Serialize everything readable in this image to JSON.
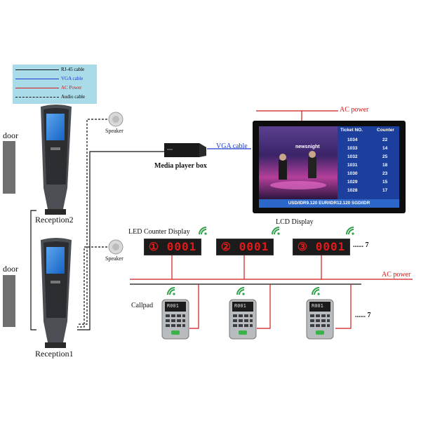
{
  "legend": {
    "items": [
      {
        "label": "RJ-45 cable",
        "color": "#111111",
        "style": "solid"
      },
      {
        "label": "VGA cable",
        "color": "#1a3bd1",
        "style": "solid"
      },
      {
        "label": "AC Power",
        "color": "#d11a1a",
        "style": "solid"
      },
      {
        "label": "Audio cable",
        "color": "#111111",
        "style": "dashed"
      }
    ]
  },
  "labels": {
    "door_top": "door",
    "door_bottom": "door",
    "reception2": "Reception2",
    "reception1": "Reception1",
    "speaker_top": "Speaker",
    "speaker_bottom": "Speaker",
    "media_player": "Media player box",
    "vga_cable": "VGA cable",
    "ac_power_top": "AC power",
    "ac_power_mid": "AC power",
    "led_counter_display": "LED Counter Display",
    "lcd_display": "LCD Display",
    "callpad": "Callpad",
    "more_displays": "...... 7",
    "more_callpads": "...... 7"
  },
  "led_displays": [
    "① 0001",
    "② 0001",
    "③ 0001"
  ],
  "callpad_screen_text": "R001",
  "tv": {
    "logo": "newsnight",
    "col_ticket": "Ticket NO.",
    "col_counter": "Counter",
    "rows": [
      {
        "ticket": "1034",
        "counter": "22"
      },
      {
        "ticket": "1033",
        "counter": "14"
      },
      {
        "ticket": "1032",
        "counter": "25"
      },
      {
        "ticket": "1031",
        "counter": "18"
      },
      {
        "ticket": "1030",
        "counter": "23"
      },
      {
        "ticket": "1029",
        "counter": "15"
      },
      {
        "ticket": "1028",
        "counter": "17"
      }
    ],
    "ticker": "USD/IDR9.120 EUR/IDR12.120 SGD/IDR"
  },
  "colors": {
    "ac": "#d11a1a",
    "vga": "#1a3bd1",
    "rj45": "#111111",
    "wifi": "#2fa14a",
    "led_text": "#e01a1a"
  }
}
